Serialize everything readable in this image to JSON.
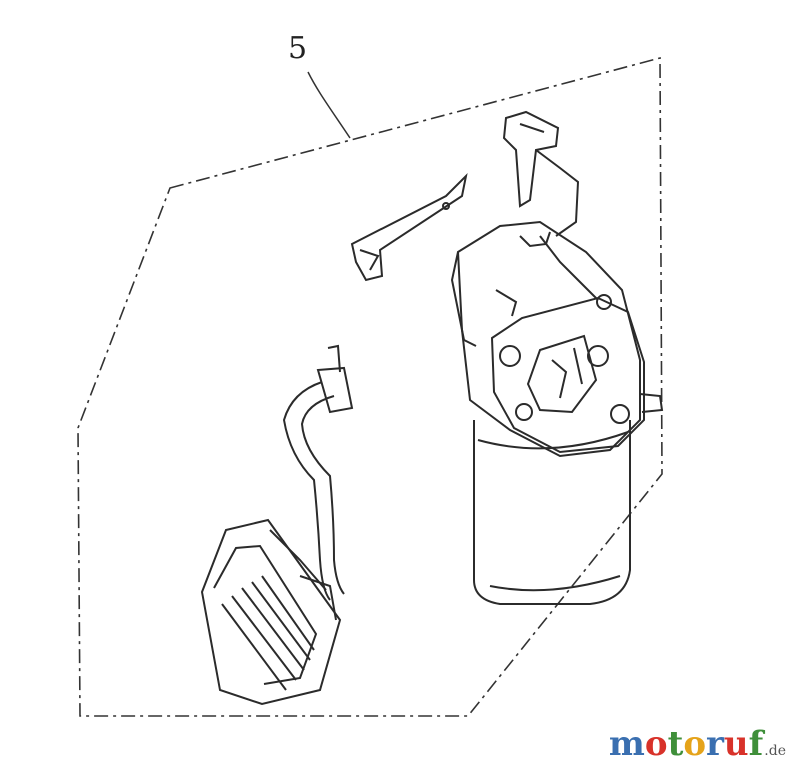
{
  "callout": {
    "label": "5"
  },
  "watermark": {
    "letters": [
      "m",
      "o",
      "t",
      "o",
      "r",
      "u",
      "f"
    ],
    "letter_colors": [
      "#3a6fb0",
      "#d8322a",
      "#3f8f3a",
      "#e5a31a",
      "#3a6fb0",
      "#d8322a",
      "#3f8f3a"
    ],
    "suffix": ".de"
  },
  "colors": {
    "line": "#2b2b2b",
    "background": "#ffffff"
  }
}
